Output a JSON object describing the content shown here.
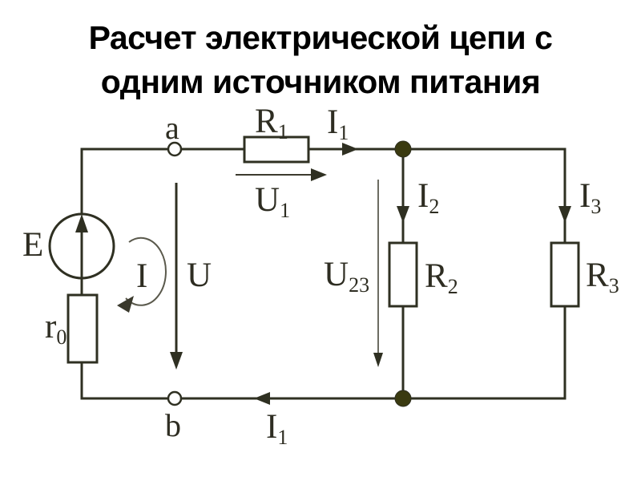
{
  "title": {
    "line1": "Расчет электрической цепи с",
    "line2": "одним источником питания"
  },
  "colors": {
    "background": "#ffffff",
    "title_text": "#000000",
    "wire": "#2f3022",
    "node_fill": "#3a3a10",
    "label_text": "#2e2d22",
    "loop_arrow": "#5a594c"
  },
  "circuit": {
    "source_label": "E",
    "internal_resistance": {
      "base": "r",
      "sub": "0"
    },
    "terminal_top": "a",
    "terminal_bottom": "b",
    "loop_current": "I",
    "voltage_ab": "U",
    "resistor1": {
      "base": "R",
      "sub": "1"
    },
    "current1_top": {
      "base": "I",
      "sub": "1"
    },
    "voltage1": {
      "base": "U",
      "sub": "1"
    },
    "current2": {
      "base": "I",
      "sub": "2"
    },
    "voltage23": {
      "base": "U",
      "sub": "23"
    },
    "resistor2": {
      "base": "R",
      "sub": "2"
    },
    "current3": {
      "base": "I",
      "sub": "3"
    },
    "resistor3": {
      "base": "R",
      "sub": "3"
    },
    "current1_bottom": {
      "base": "I",
      "sub": "1"
    }
  }
}
